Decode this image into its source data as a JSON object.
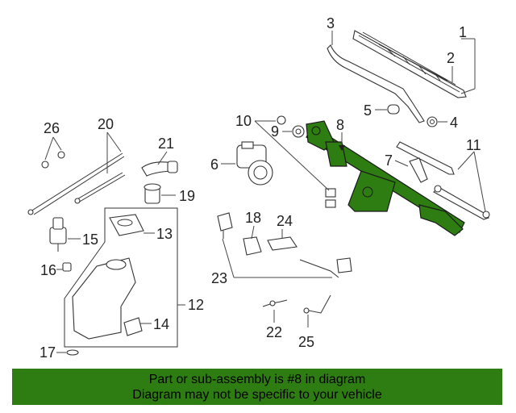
{
  "colors": {
    "highlight": "#2e7d12",
    "banner_bg": "#2e7d12",
    "line": "#333333"
  },
  "callouts": [
    "1",
    "2",
    "3",
    "4",
    "5",
    "6",
    "7",
    "8",
    "9",
    "10",
    "11",
    "12",
    "13",
    "14",
    "15",
    "16",
    "17",
    "18",
    "19",
    "20",
    "21",
    "22",
    "23",
    "24",
    "25",
    "26"
  ],
  "highlighted_part": "8",
  "banner": {
    "line1": "Part or sub-assembly is #8 in diagram",
    "line2": "Diagram may not be specific to your vehicle"
  }
}
